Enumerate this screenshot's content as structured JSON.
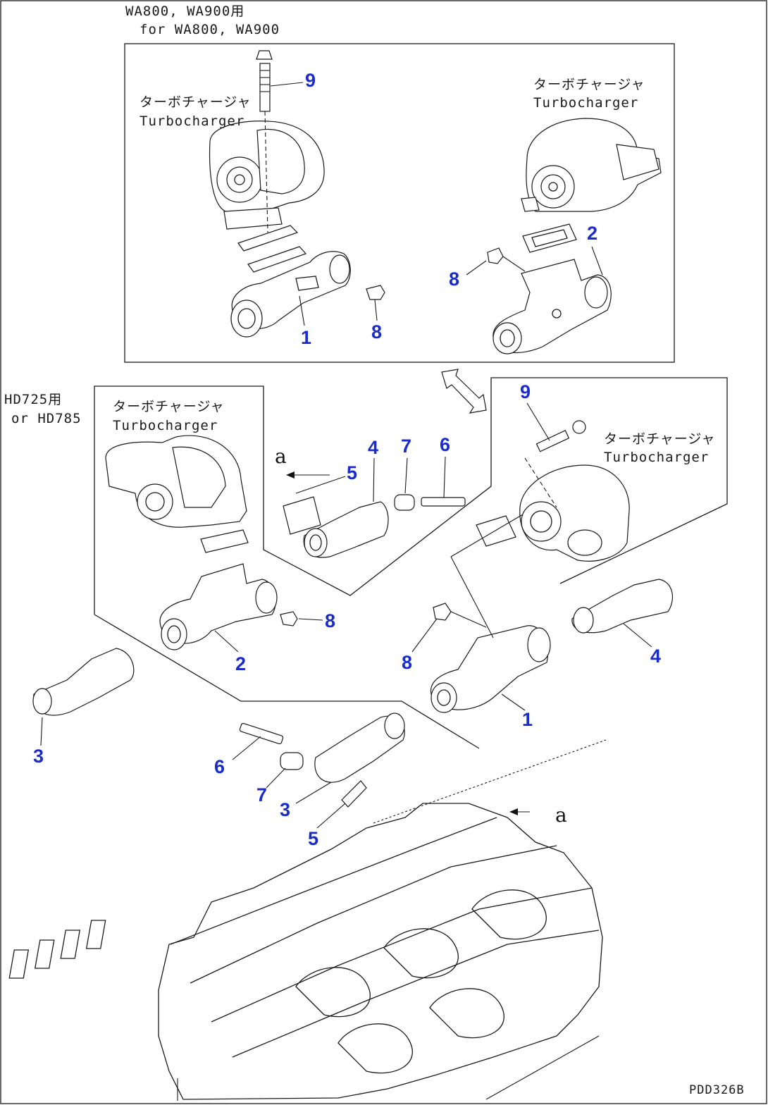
{
  "header": {
    "applicability_line1": "WA800, WA900用",
    "applicability_line2": "for WA800, WA900",
    "hd_line1": "HD725用",
    "hd_line2": "or HD785"
  },
  "labels": {
    "turbo_jp": "ターボチャージャ",
    "turbo_en": "Turbocharger"
  },
  "view_letter": "a",
  "drawing_number": "PDD326B",
  "callouts": {
    "c1a": "1",
    "c1b": "1",
    "c2a": "2",
    "c2b": "2",
    "c3a": "3",
    "c3b": "3",
    "c4a": "4",
    "c4b": "4",
    "c5a": "5",
    "c5b": "5",
    "c6a": "6",
    "c6b": "6",
    "c7a": "7",
    "c7b": "7",
    "c8a": "8",
    "c8b": "8",
    "c8c": "8",
    "c8d": "8",
    "c9a": "9",
    "c9b": "9"
  }
}
